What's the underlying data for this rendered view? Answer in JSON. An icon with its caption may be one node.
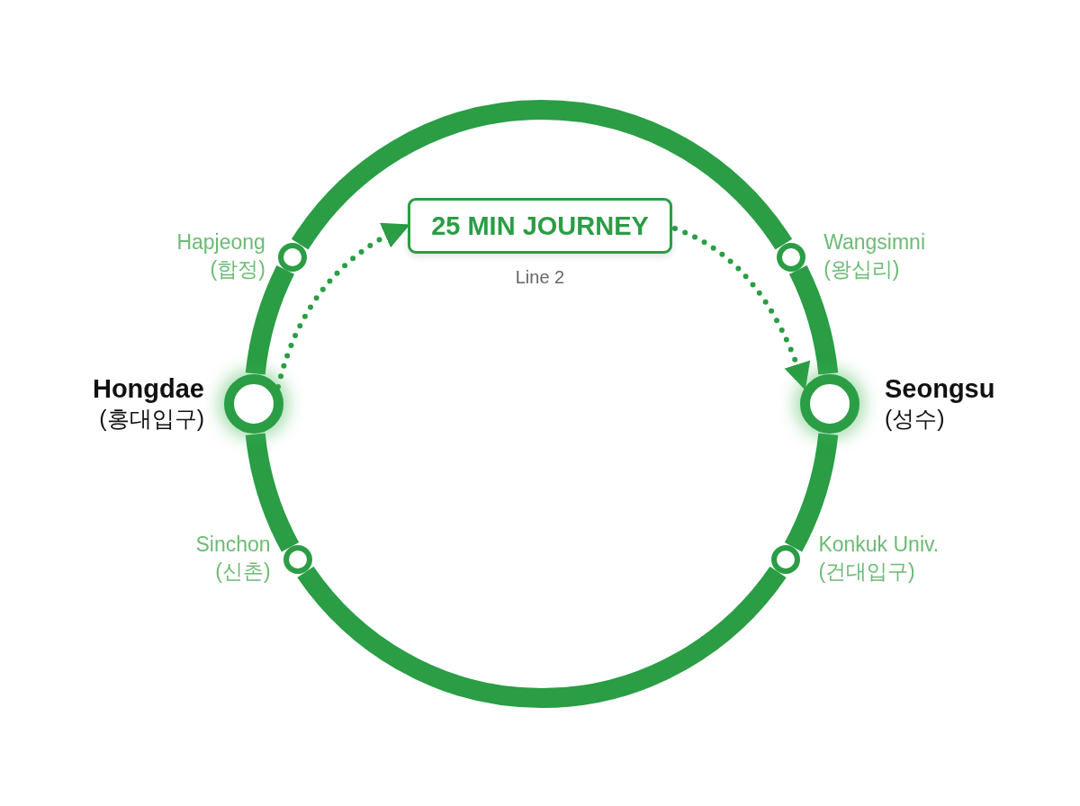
{
  "diagram": {
    "nodes": [
      {
        "text": [
          "Hapjeong",
          "(합정)"
        ]
      },
      {
        "text": [
          "25 MIN JOURNEY"
        ],
        "beside": [
          "Line 2"
        ]
      },
      {
        "text": [
          "Wangsimni",
          "(왕십리)"
        ]
      },
      {
        "text": [
          "Hongdae",
          "(홍대입구)"
        ]
      },
      {
        "text": [
          "Seongsu",
          "(성수)"
        ]
      },
      {
        "text": [
          "Sinchon",
          "(신촌)"
        ]
      },
      {
        "text": [
          "Konkuk Univ.",
          "(건대입구)"
        ]
      }
    ],
    "edges": [
      {
        "from": 3,
        "to": 0,
        "arrow": "none"
      },
      {
        "from": 0,
        "to": 2,
        "arrow": "none"
      },
      {
        "from": 2,
        "to": 4,
        "arrow": "none"
      },
      {
        "from": 4,
        "to": 6,
        "arrow": "none"
      },
      {
        "from": 6,
        "to": 5,
        "arrow": "none"
      },
      {
        "from": 5,
        "to": 3,
        "arrow": "none"
      },
      {
        "from": 3,
        "to": 1,
        "arrow": "to",
        "style": "dashed"
      },
      {
        "from": 1,
        "to": 4,
        "arrow": "to",
        "style": "dashed"
      }
    ]
  }
}
